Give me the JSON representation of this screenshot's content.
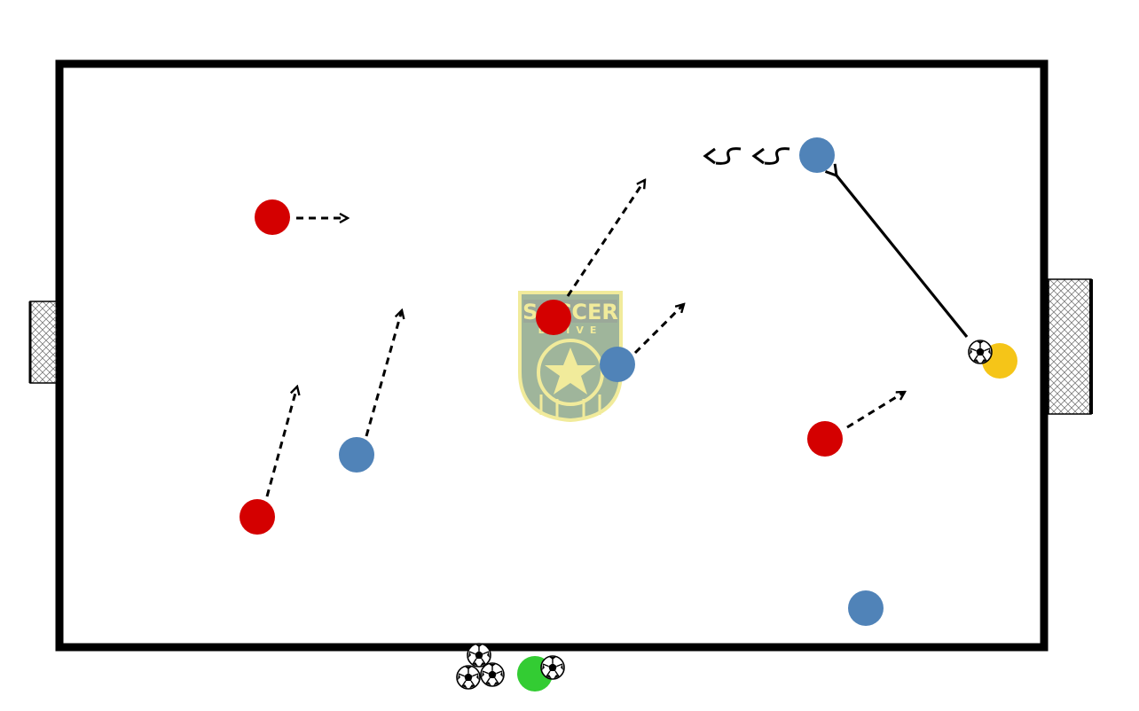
{
  "logo": {
    "line1": "SOCCER",
    "line2": "DRIVE"
  },
  "colors": {
    "field_line": "#000000",
    "red_player": "#d40000",
    "blue_player": "#5083b8",
    "yellow_player": "#f5c518",
    "green_player": "#33cc33",
    "logo_fill": "#8fa98a",
    "logo_accent": "#efe88a",
    "goal_net": "#cccccc"
  },
  "players": [
    {
      "id": "red-1",
      "team": "red"
    },
    {
      "id": "red-2",
      "team": "red"
    },
    {
      "id": "red-3",
      "team": "red"
    },
    {
      "id": "red-4",
      "team": "red"
    },
    {
      "id": "blue-1",
      "team": "blue"
    },
    {
      "id": "blue-2",
      "team": "blue"
    },
    {
      "id": "blue-3",
      "team": "blue"
    },
    {
      "id": "blue-4",
      "team": "blue"
    },
    {
      "id": "yellow-1",
      "team": "yellow"
    },
    {
      "id": "green-1",
      "team": "green"
    }
  ],
  "icons": [
    "soccer-ball-icon",
    "logo-star-icon"
  ]
}
